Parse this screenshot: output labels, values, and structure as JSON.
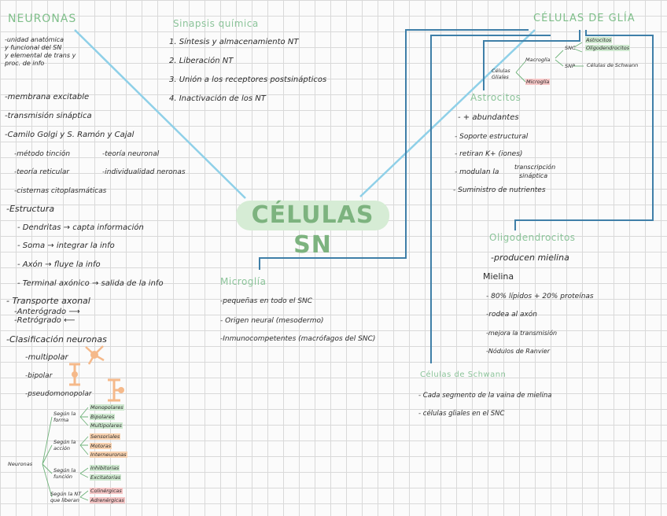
{
  "center_title": "CÉLULAS SN",
  "neuronas": {
    "title": "NEURONAS",
    "def_lines": [
      "-unidad anatómica",
      "y funcional del SN",
      "y elemental de trans y",
      "proc. de info"
    ],
    "items": [
      "-membrana excitable",
      "-transmisión sináptica",
      "-Camilo Golgi y S. Ramón y Cajal",
      "-método tinción",
      "-teoría neuronal",
      "-teoría reticular",
      "-individualidad neronas",
      "-cisternas citoplasmáticas",
      "-Estructura",
      "- Dendritas → capta información",
      "- Soma → integrar la info",
      "- Axón → fluye la info",
      "- Terminal axónico → salida de la info",
      "- Transporte axonal",
      "-Anterógrado ⟶",
      "-Retrógrado ⟵",
      "-Clasificación neuronas",
      "-multipolar",
      "-bipolar",
      "-pseudomonopolar"
    ]
  },
  "tree": {
    "root": "Neuronas",
    "groups": [
      {
        "label": "Según la forma",
        "items": [
          "Monopolares",
          "Bipolares",
          "Multipolares"
        ]
      },
      {
        "label": "Según la acción",
        "items": [
          "Sensoriales",
          "Motoras",
          "Interneuronas"
        ]
      },
      {
        "label": "Según la función",
        "items": [
          "Inhibitorias",
          "Excitatorias"
        ]
      },
      {
        "label": "Según la NT que liberan",
        "items": [
          "Colinérgicas",
          "Adrenérgicas"
        ]
      }
    ]
  },
  "sinapsis": {
    "title": "Sinapsis química",
    "steps": [
      "1. Síntesis y almacenamiento NT",
      "2. Liberación NT",
      "3. Unión a los receptores postsinápticos",
      "4. Inactivación de los NT"
    ]
  },
  "glia": {
    "title": "CÉLULAS DE GLÍA",
    "cells_label": "Células Gliales",
    "macroglia": "Macroglía",
    "microglia": "Microglía",
    "snc": "SNC",
    "snp": "SNP",
    "snc_items": [
      "Astrocitos",
      "Oligodendrocitos"
    ],
    "snp_item": "Células de Schwann"
  },
  "astrocitos": {
    "title": "Astrocitos",
    "items": [
      "- + abundantes",
      "- Soporte estructural",
      "- retiran K+ (iones)",
      "- modulan la",
      "transcripción",
      "sináptica",
      "- Suministro de nutrientes"
    ]
  },
  "oligo": {
    "title": "Oligodendrocitos",
    "items": [
      "-producen mielina",
      "Mielina",
      "- 80% lípidos + 20% proteínas",
      "-rodea al axón",
      "-mejora la transmisión",
      "-Nódulos de Ranvier"
    ]
  },
  "microglia": {
    "title": "Microglía",
    "items": [
      "-pequeñas en todo el SNC",
      "- Origen neural (mesodermo)",
      "-Inmunocompetentes (macrófagos del SNC)"
    ]
  },
  "schwann": {
    "title": "Células de Schwann",
    "items": [
      "- Cada segmento de la vaina de mielina",
      "- células gliales en el SNC"
    ]
  },
  "colors": {
    "line_light": "#8fd0e8",
    "line_dark": "#3f7fa8",
    "green": "#7fbf8a",
    "orange_icon": "#f5b98a"
  }
}
